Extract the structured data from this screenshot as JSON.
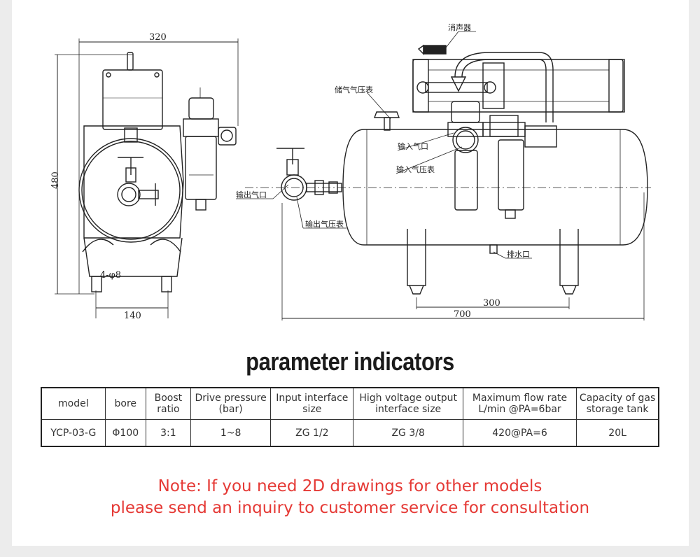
{
  "drawing": {
    "dimensions": {
      "width_top": "320",
      "height_left": "480",
      "holes": "4-φ8",
      "base_width": "140",
      "leg_spacing": "300",
      "total_length": "700"
    },
    "callouts": {
      "muffler": "消声器",
      "storage_gauge": "储气气压表",
      "air_inlet": "输入气口",
      "input_gauge": "输入气压表",
      "air_outlet": "输出气口",
      "output_gauge": "输出气压表",
      "drain": "排水口"
    }
  },
  "title": "parameter indicators",
  "table": {
    "headers": [
      "model",
      "bore",
      "Boost ratio",
      "Drive pressure (bar)",
      "Input interface size",
      "High voltage output interface size",
      "Maximum flow rate L/min @PA=6bar",
      "Capacity of gas storage tank"
    ],
    "rows": [
      [
        "YCP-03-G",
        "Φ100",
        "3:1",
        "1~8",
        "ZG 1/2",
        "ZG 3/8",
        "420@PA=6",
        "20L"
      ]
    ]
  },
  "note": {
    "line1": "Note: If you need 2D drawings for other models",
    "line2": "please send an inquiry to customer service for consultation"
  },
  "colors": {
    "note": "#e53935",
    "line": "#222222",
    "page_bg": "#ececec"
  }
}
